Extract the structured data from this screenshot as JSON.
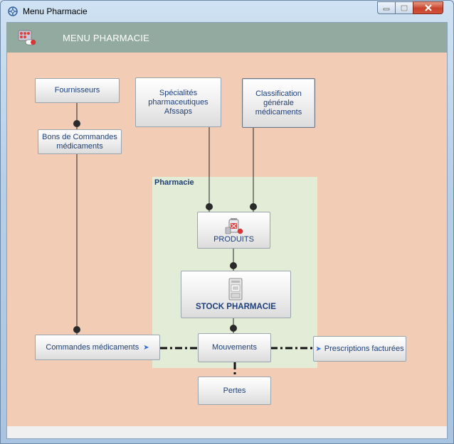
{
  "window": {
    "title": "Menu Pharmacie"
  },
  "header": {
    "title": "MENU PHARMACIE"
  },
  "area": {
    "label": "Pharmacie"
  },
  "buttons": {
    "fournisseurs": "Fournisseurs",
    "bons_commandes": [
      "Bons de Commandes",
      "médicaments"
    ],
    "specialites": [
      "Spécialités",
      "pharmaceutiques",
      "Afssaps"
    ],
    "classification": [
      "Classification",
      "générale",
      "médicaments"
    ],
    "produits": "PRODUITS",
    "stock": "STOCK PHARMACIE",
    "commandes": "Commandes médicaments",
    "mouvements": "Mouvements",
    "prescriptions": "Prescriptions facturées",
    "pertes": "Pertes"
  },
  "icons": {
    "app": "pharmacy-app-icon",
    "header": "pills-icon",
    "produits": "medicine-icon",
    "stock": "medicine-cabinet-icon",
    "arrow": "arrow-right-icon"
  },
  "colors": {
    "header_bg": "#93aaa0",
    "canvas_bg": "#f2ccb5",
    "area_bg": "#e3ecd6",
    "button_text": "#1e3f78"
  }
}
